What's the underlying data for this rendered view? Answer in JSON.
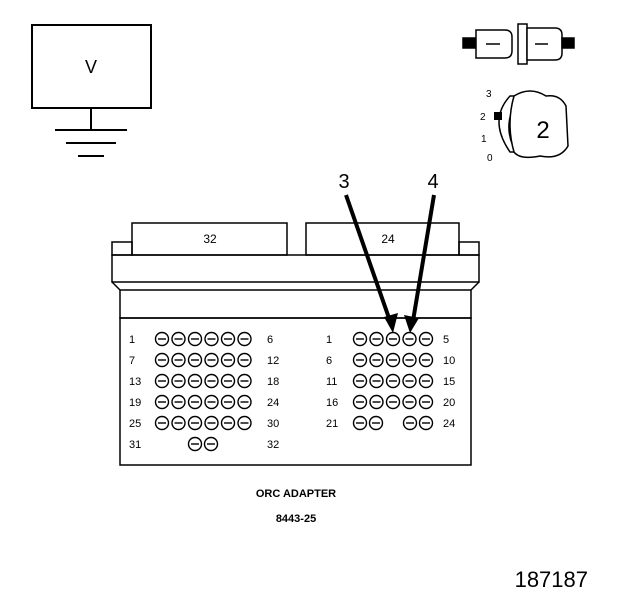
{
  "voltmeter": {
    "symbol": "V"
  },
  "switch_positions": {
    "p3": "3",
    "p2": "2",
    "p1": "1",
    "p0": "0",
    "selected": "2"
  },
  "arrows": {
    "left": "3",
    "right": "4"
  },
  "connectors": {
    "left_plug": "32",
    "right_plug": "24"
  },
  "left_block": {
    "rows": [
      {
        "start": "1",
        "end": "6",
        "pins": 6
      },
      {
        "start": "7",
        "end": "12",
        "pins": 6
      },
      {
        "start": "13",
        "end": "18",
        "pins": 6
      },
      {
        "start": "19",
        "end": "24",
        "pins": 6
      },
      {
        "start": "25",
        "end": "30",
        "pins": 6
      },
      {
        "start": "31",
        "end": "32",
        "pins": 2
      }
    ]
  },
  "right_block": {
    "rows": [
      {
        "start": "1",
        "end": "5",
        "pins": 5
      },
      {
        "start": "6",
        "end": "10",
        "pins": 5
      },
      {
        "start": "11",
        "end": "15",
        "pins": 5
      },
      {
        "start": "16",
        "end": "20",
        "pins": 5
      },
      {
        "start": "21",
        "end": "24",
        "pins": 4
      }
    ]
  },
  "caption": {
    "title": "ORC ADAPTER",
    "part_number": "8443-25"
  },
  "figure_number": "187187"
}
